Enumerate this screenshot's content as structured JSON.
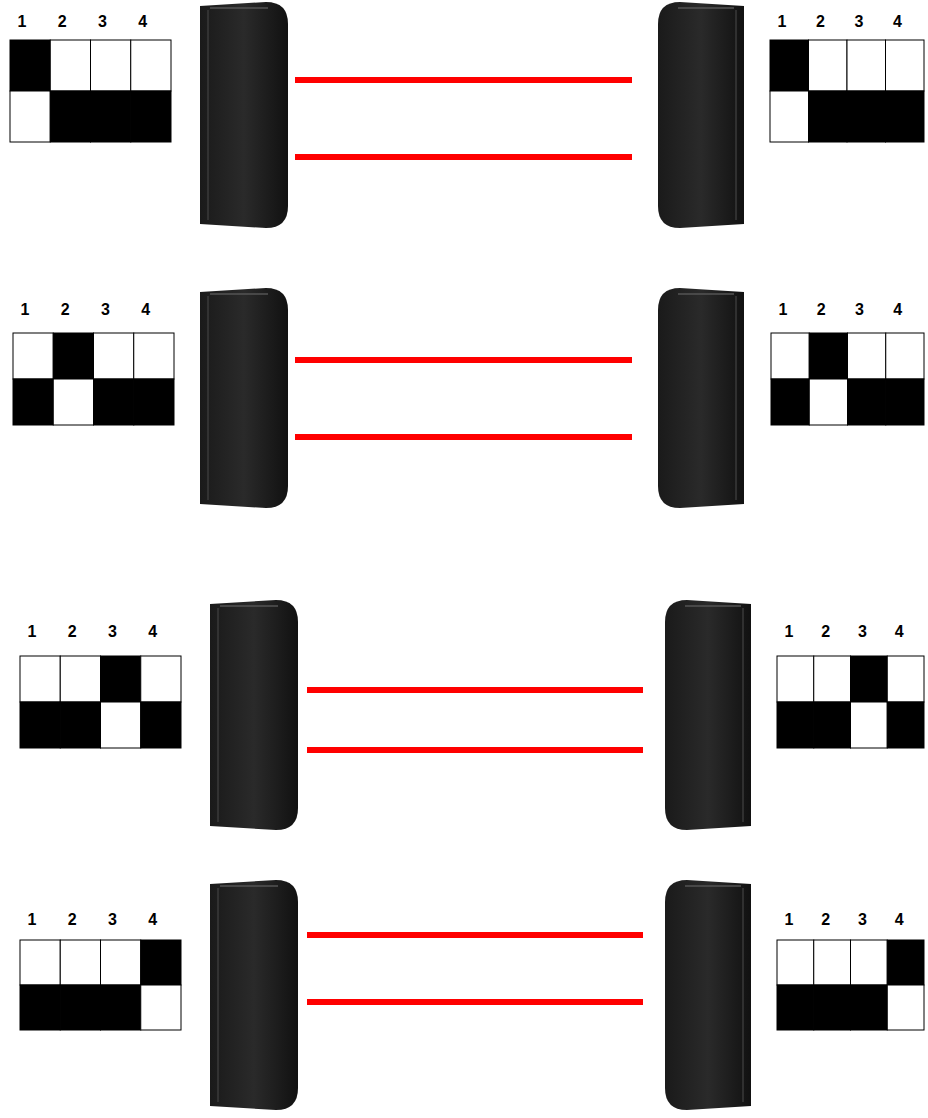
{
  "diagram": {
    "labels": [
      "1",
      "2",
      "3",
      "4",
      "1",
      "2",
      "3",
      "4",
      "1",
      "2",
      "3",
      "4",
      "1",
      "2",
      "3",
      "4",
      "1",
      "2",
      "3",
      "4",
      "1",
      "2",
      "3",
      "4",
      "1",
      "2",
      "3",
      "4",
      "1",
      "2",
      "3",
      "4"
    ]
  }
}
